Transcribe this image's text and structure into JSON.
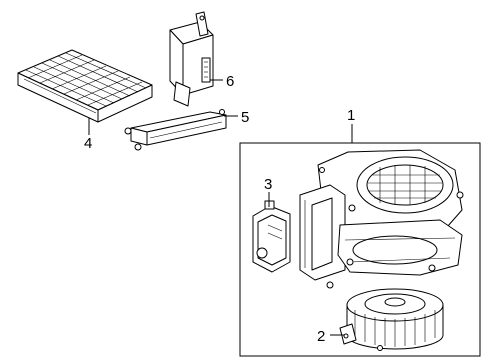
{
  "callouts": {
    "c1": "1",
    "c2": "2",
    "c3": "3",
    "c4": "4",
    "c5": "5",
    "c6": "6"
  },
  "parts": [
    {
      "callout": "1",
      "icon": "hvac-blower-housing-assembly"
    },
    {
      "callout": "2",
      "icon": "blower-motor-fan"
    },
    {
      "callout": "3",
      "icon": "blower-control-module"
    },
    {
      "callout": "4",
      "icon": "cabin-air-filter"
    },
    {
      "callout": "5",
      "icon": "filter-cover"
    },
    {
      "callout": "6",
      "icon": "control-relay-module"
    }
  ],
  "colors": {
    "line": "#000000",
    "background": "#ffffff"
  }
}
